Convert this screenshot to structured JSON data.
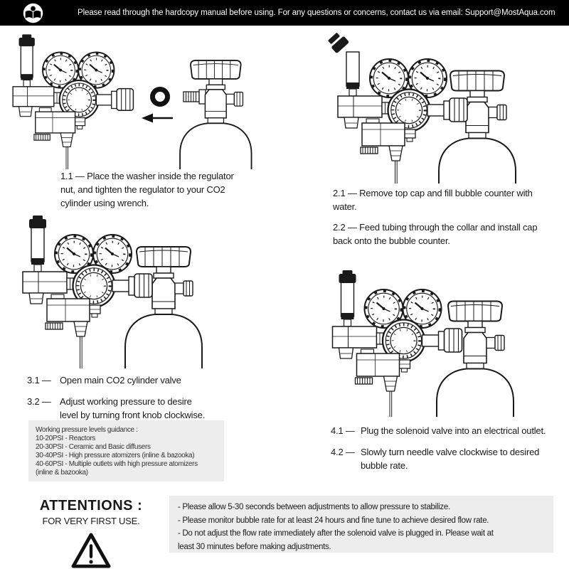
{
  "topbar": {
    "icon": "read-manual-icon",
    "text": "Please read through the hardcopy manual before using. For any questions or concerns, contact us via email: Support@MostAqua.com"
  },
  "steps": {
    "s11": {
      "lines": [
        "1.1 — Place the washer inside the regulator",
        "nut, and tighten the regulator to your CO2",
        "cylinder using wrench."
      ]
    },
    "s21": {
      "lines": [
        "2.1 — Remove top cap and fill bubble counter with",
        "water."
      ]
    },
    "s22": {
      "lines": [
        "2.2 — Feed tubing through the collar and install cap",
        "back onto the bubble counter."
      ]
    },
    "s31": {
      "num": "3.1 —",
      "lines": [
        "Open main CO2 cylinder valve"
      ]
    },
    "s32": {
      "num": "3.2 —",
      "lines": [
        "Adjust working pressure to desire",
        "level by turning front knob clockwise."
      ]
    },
    "s41": {
      "num": "4.1 —",
      "lines": [
        "Plug the solenoid valve into an electrical outlet."
      ]
    },
    "s42": {
      "num": "4.2 —",
      "lines": [
        "Slowly turn needle valve clockwise to desired",
        "bubble rate."
      ]
    }
  },
  "guidance": {
    "lines": [
      "Working pressure levels guidance :",
      "10-20PSI - Reactors",
      "20-30PSI - Ceramic and Basic diffusers",
      "30-40PSI - High pressure atomizers (inline & bazooka)",
      "40-60PSI - Multiple outlets with high pressure atomizers",
      "(inline & bazooka)"
    ]
  },
  "attentions": {
    "title": "ATTENTIONS :",
    "subtitle": "FOR VERY FIRST USE.",
    "icon": "warning-triangle-icon"
  },
  "notes": {
    "lines": [
      "- Please allow 5-30 seconds between adjustments to allow pressure to stabilize.",
      "- Please monitor bubble rate for at least 24 hours and fine tune to achieve desired flow rate.",
      "- Do not adjust the flow rate immediately after the solenoid valve is plugged in. Please wait at",
      "least 30 minutes before making adjustments."
    ]
  },
  "icons": {
    "manual": "read-manual-icon",
    "warning": "warning-triangle-icon",
    "washer": "oring-washer-icon",
    "arrow": "arrow-left-icon",
    "cap": "bubble-counter-cap-icon"
  },
  "colors": {
    "topbar_bg": "#000000",
    "topbar_text": "#ffffff",
    "box_bg": "#ededed",
    "line_art": "#1a1a1a"
  }
}
